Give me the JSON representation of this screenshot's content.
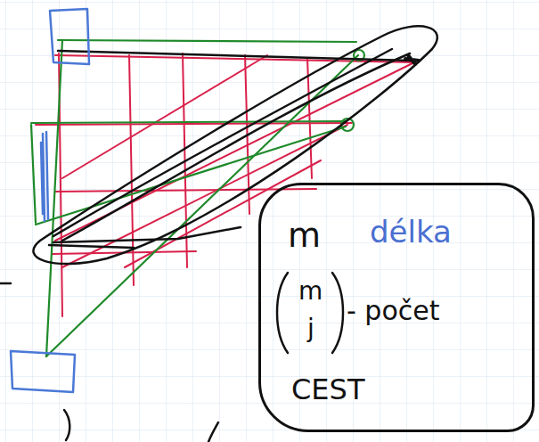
{
  "diagram": {
    "nodes": [
      {
        "text": [
          "m",
          "délka",
          "m",
          "j",
          "- počet",
          "CEST"
        ]
      }
    ]
  }
}
